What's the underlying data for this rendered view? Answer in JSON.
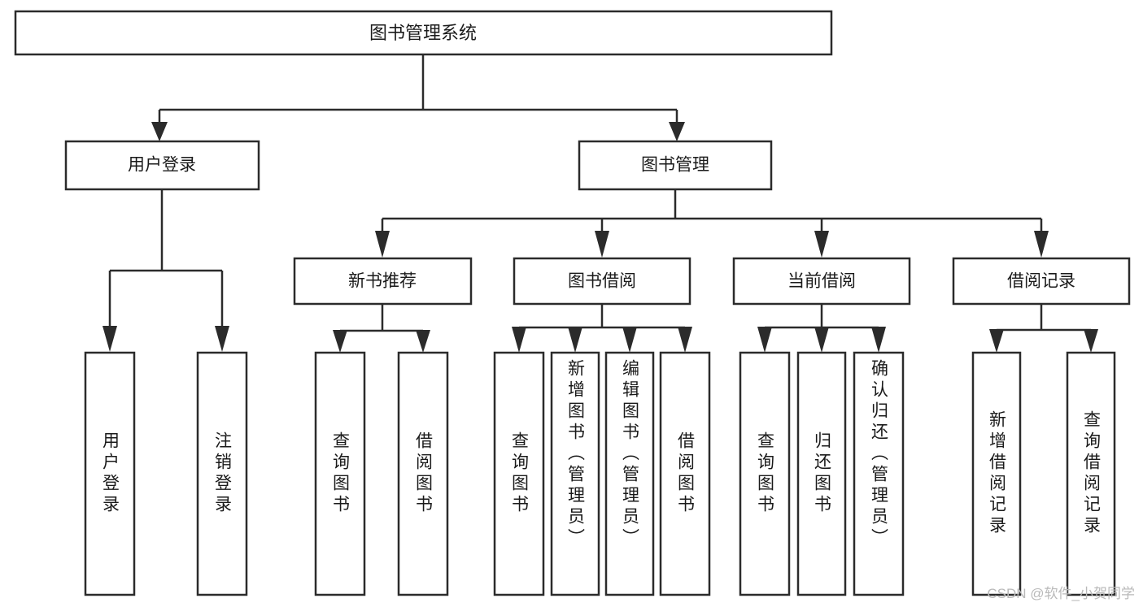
{
  "diagram": {
    "type": "tree-hierarchy",
    "title": "图书管理系统",
    "watermark": "CSDN @软件_小贺同学",
    "colors": {
      "stroke": "#2b2b2b",
      "fill": "#ffffff",
      "text": "#1a1a1a",
      "watermark": "#b9b9b9",
      "background": "#ffffff"
    },
    "levels": {
      "root": {
        "label": "图书管理系统"
      },
      "level2": [
        {
          "label": "用户登录"
        },
        {
          "label": "图书管理"
        }
      ],
      "level3": [
        {
          "label": "新书推荐"
        },
        {
          "label": "图书借阅"
        },
        {
          "label": "当前借阅"
        },
        {
          "label": "借阅记录"
        }
      ],
      "leaves": {
        "user_login": [
          {
            "label": "用户登录"
          },
          {
            "label": "注销登录"
          }
        ],
        "new_book_recommend": [
          {
            "label": "查询图书"
          },
          {
            "label": "借阅图书"
          }
        ],
        "book_borrow": [
          {
            "label": "查询图书"
          },
          {
            "label": "新增图书（管理员）"
          },
          {
            "label": "编辑图书（管理员）"
          },
          {
            "label": "借阅图书"
          }
        ],
        "current_borrow": [
          {
            "label": "查询图书"
          },
          {
            "label": "归还图书"
          },
          {
            "label": "确认归还（管理员）"
          }
        ],
        "borrow_record": [
          {
            "label": "新增借阅记录"
          },
          {
            "label": "查询借阅记录"
          }
        ]
      }
    }
  }
}
